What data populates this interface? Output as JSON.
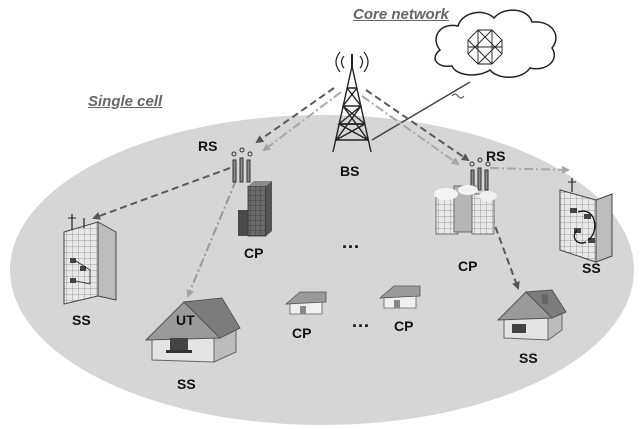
{
  "title": {
    "core_network": "Core network",
    "single_cell": "Single cell"
  },
  "nodes": {
    "bs": "BS",
    "rs_left": "RS",
    "rs_right": "RS",
    "cp_tower": "CP",
    "cp_right_building": "CP",
    "cp_house_left": "CP",
    "cp_house_right": "CP",
    "ss_left_building": "SS",
    "ss_house_left": "SS",
    "ut": "UT",
    "ss_house_right": "SS",
    "ss_right_building": "SS"
  },
  "ellipsis": {
    "center": "...",
    "between_houses": "..."
  },
  "colors": {
    "cell_fill": "#d6d6d6",
    "arrow_dark": "#5a5a5a",
    "arrow_light": "#a8a8a8",
    "arrow_dashdot": "#8c8c8c",
    "label_gray": "#666666"
  }
}
